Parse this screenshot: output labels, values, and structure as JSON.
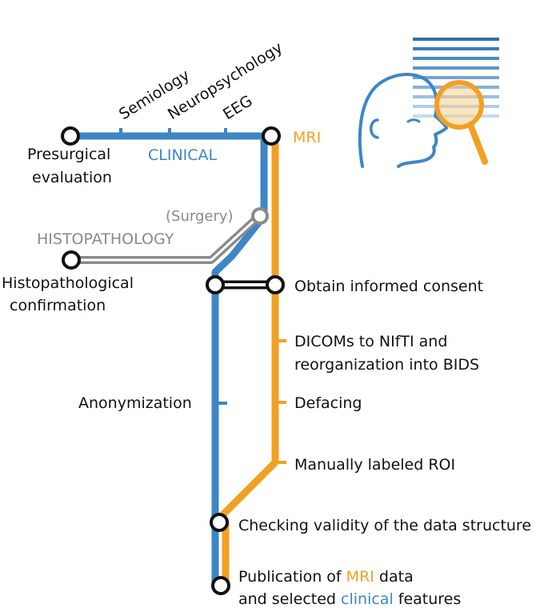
{
  "lines": {
    "clinical": {
      "label": "CLINICAL",
      "color": "#3d86c6"
    },
    "mri": {
      "label": "MRI",
      "color": "#f2a024"
    },
    "histopathology": {
      "label": "HISTOPATHOLOGY",
      "color": "#8a8a8a"
    }
  },
  "clinical_branches": [
    "Semiology",
    "Neuropsychology",
    "EEG"
  ],
  "stations": {
    "presurgical": [
      "Presurgical",
      "evaluation"
    ],
    "surgery": "(Surgery)",
    "histo_confirmation": [
      "Histopathological",
      "confirmation"
    ],
    "consent": "Obtain informed consent",
    "dicoms": [
      "DICOMs to NIfTI and",
      "reorganization into BIDS"
    ],
    "defacing": "Defacing",
    "anonymization": "Anonymization",
    "roi": "Manually labeled ROI",
    "validity": "Checking validity of the data structure",
    "publication": {
      "line1_pre": "Publication of ",
      "line1_mri": "MRI",
      "line1_post": " data",
      "line2_pre": "and selected ",
      "line2_clinical": "clinical",
      "line2_post": " features"
    }
  },
  "icon": "head-mri-scan-magnifier-icon"
}
